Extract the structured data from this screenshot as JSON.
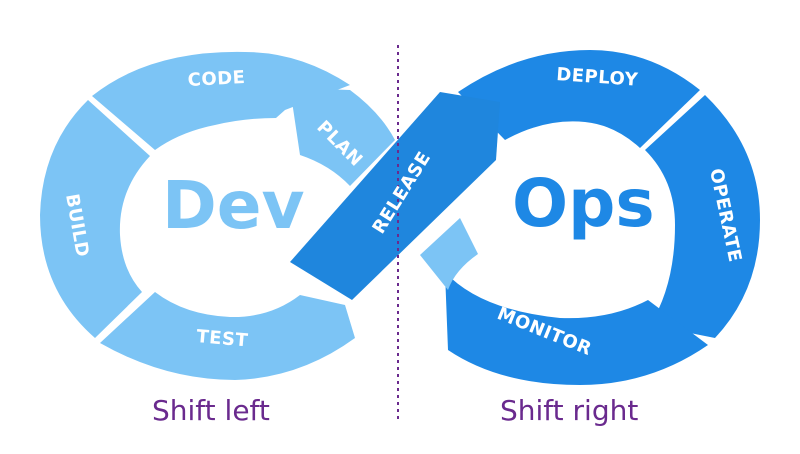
{
  "colors": {
    "dev_light": "#7cc4f5",
    "ops_blue": "#1e88e5",
    "release_blue": "#1f86dd",
    "center_text_dev": "#7cc4f5",
    "center_text_ops": "#1e88e5",
    "divider": "#6a2a8e",
    "shift_text": "#6a2a8e",
    "white": "#ffffff"
  },
  "dev": {
    "title": "Dev",
    "stages": {
      "code": "CODE",
      "plan": "PLAN",
      "build": "BUILD",
      "test": "TEST"
    }
  },
  "release": {
    "label": "RELEASE"
  },
  "ops": {
    "title": "Ops",
    "stages": {
      "deploy": "DEPLOY",
      "operate": "OPERATE",
      "monitor": "MONITOR"
    }
  },
  "captions": {
    "shift_left": "Shift left",
    "shift_right": "Shift right"
  }
}
